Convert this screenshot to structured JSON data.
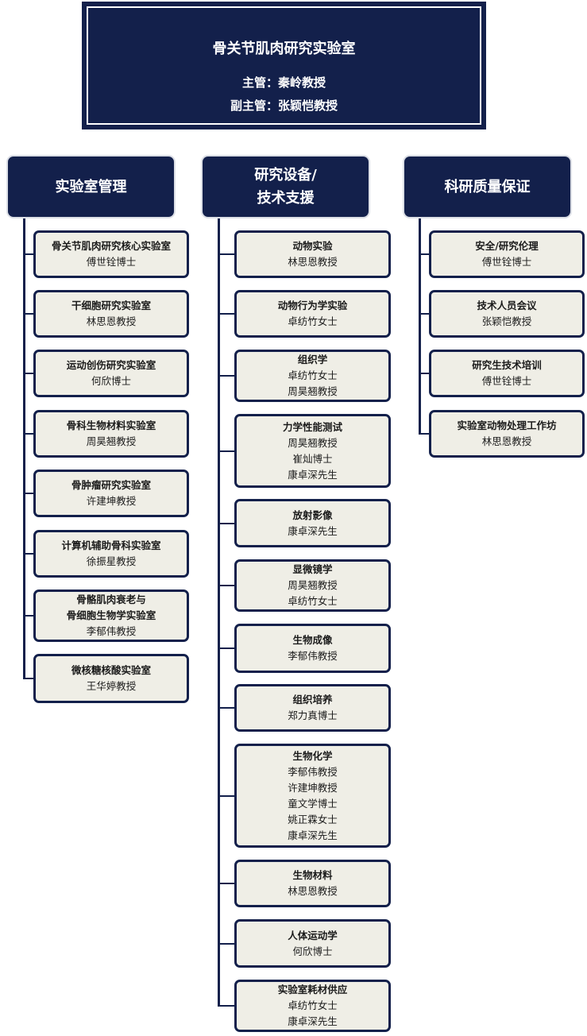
{
  "colors": {
    "navy": "#13204b",
    "box_fill": "#efeee6",
    "text_dark": "#1b1b1b",
    "white": "#ffffff"
  },
  "director_box": {
    "title": "骨关节肌肉研究实验室",
    "director": "主管：秦岭教授",
    "deputy": "副主管：张颖恺教授"
  },
  "columns": [
    {
      "header_lines": [
        "实验室管理"
      ],
      "items": [
        {
          "title_lines": [
            "骨关节肌肉研究核心实验室"
          ],
          "people": [
            "傅世铨博士"
          ]
        },
        {
          "title_lines": [
            "干细胞研究实验室"
          ],
          "people": [
            "林思恩教授"
          ]
        },
        {
          "title_lines": [
            "运动创伤研究实验室"
          ],
          "people": [
            "何欣博士"
          ]
        },
        {
          "title_lines": [
            "骨科生物材料实验室"
          ],
          "people": [
            "周昊翘教授"
          ]
        },
        {
          "title_lines": [
            "骨肿瘤研究实验室"
          ],
          "people": [
            "许建坤教授"
          ]
        },
        {
          "title_lines": [
            "计算机辅助骨科实验室"
          ],
          "people": [
            "徐振星教授"
          ]
        },
        {
          "title_lines": [
            "骨骼肌肉衰老与",
            "骨细胞生物学实验室"
          ],
          "people": [
            "李郁伟教授"
          ]
        },
        {
          "title_lines": [
            "微核糖核酸实验室"
          ],
          "people": [
            "王华婷教授"
          ]
        }
      ]
    },
    {
      "header_lines": [
        "研究设备/",
        "技术支援"
      ],
      "items": [
        {
          "title_lines": [
            "动物实验"
          ],
          "people": [
            "林思恩教授"
          ]
        },
        {
          "title_lines": [
            "动物行为学实验"
          ],
          "people": [
            "卓纺竹女士"
          ]
        },
        {
          "title_lines": [
            "组织学"
          ],
          "people": [
            "卓纺竹女士",
            "周昊翘教授"
          ]
        },
        {
          "title_lines": [
            "力学性能测试"
          ],
          "people": [
            "周昊翘教授",
            "崔灿博士",
            "康卓深先生"
          ]
        },
        {
          "title_lines": [
            "放射影像"
          ],
          "people": [
            "康卓深先生"
          ]
        },
        {
          "title_lines": [
            "显微镜学"
          ],
          "people": [
            "周昊翘教授",
            "卓纺竹女士"
          ]
        },
        {
          "title_lines": [
            "生物成像"
          ],
          "people": [
            "李郁伟教授"
          ]
        },
        {
          "title_lines": [
            "组织培养"
          ],
          "people": [
            "郑力真博士"
          ]
        },
        {
          "title_lines": [
            "生物化学"
          ],
          "people": [
            "李郁伟教授",
            "许建坤教授",
            "童文学博士",
            "姚正霖女士",
            "康卓深先生"
          ]
        },
        {
          "title_lines": [
            "生物材料"
          ],
          "people": [
            "林思恩教授"
          ]
        },
        {
          "title_lines": [
            "人体运动学"
          ],
          "people": [
            "何欣博士"
          ]
        },
        {
          "title_lines": [
            "实验室耗材供应"
          ],
          "people": [
            "卓纺竹女士",
            "康卓深先生"
          ]
        }
      ]
    },
    {
      "header_lines": [
        "科研质量保证"
      ],
      "items": [
        {
          "title_lines": [
            "安全/研究伦理"
          ],
          "people": [
            "傅世铨博士"
          ]
        },
        {
          "title_lines": [
            "技术人员会议"
          ],
          "people": [
            "张颖恺教授"
          ]
        },
        {
          "title_lines": [
            "研究生技术培训"
          ],
          "people": [
            "傅世铨博士"
          ]
        },
        {
          "title_lines": [
            "实验室动物处理工作坊"
          ],
          "people": [
            "林思恩教授"
          ]
        }
      ]
    }
  ]
}
